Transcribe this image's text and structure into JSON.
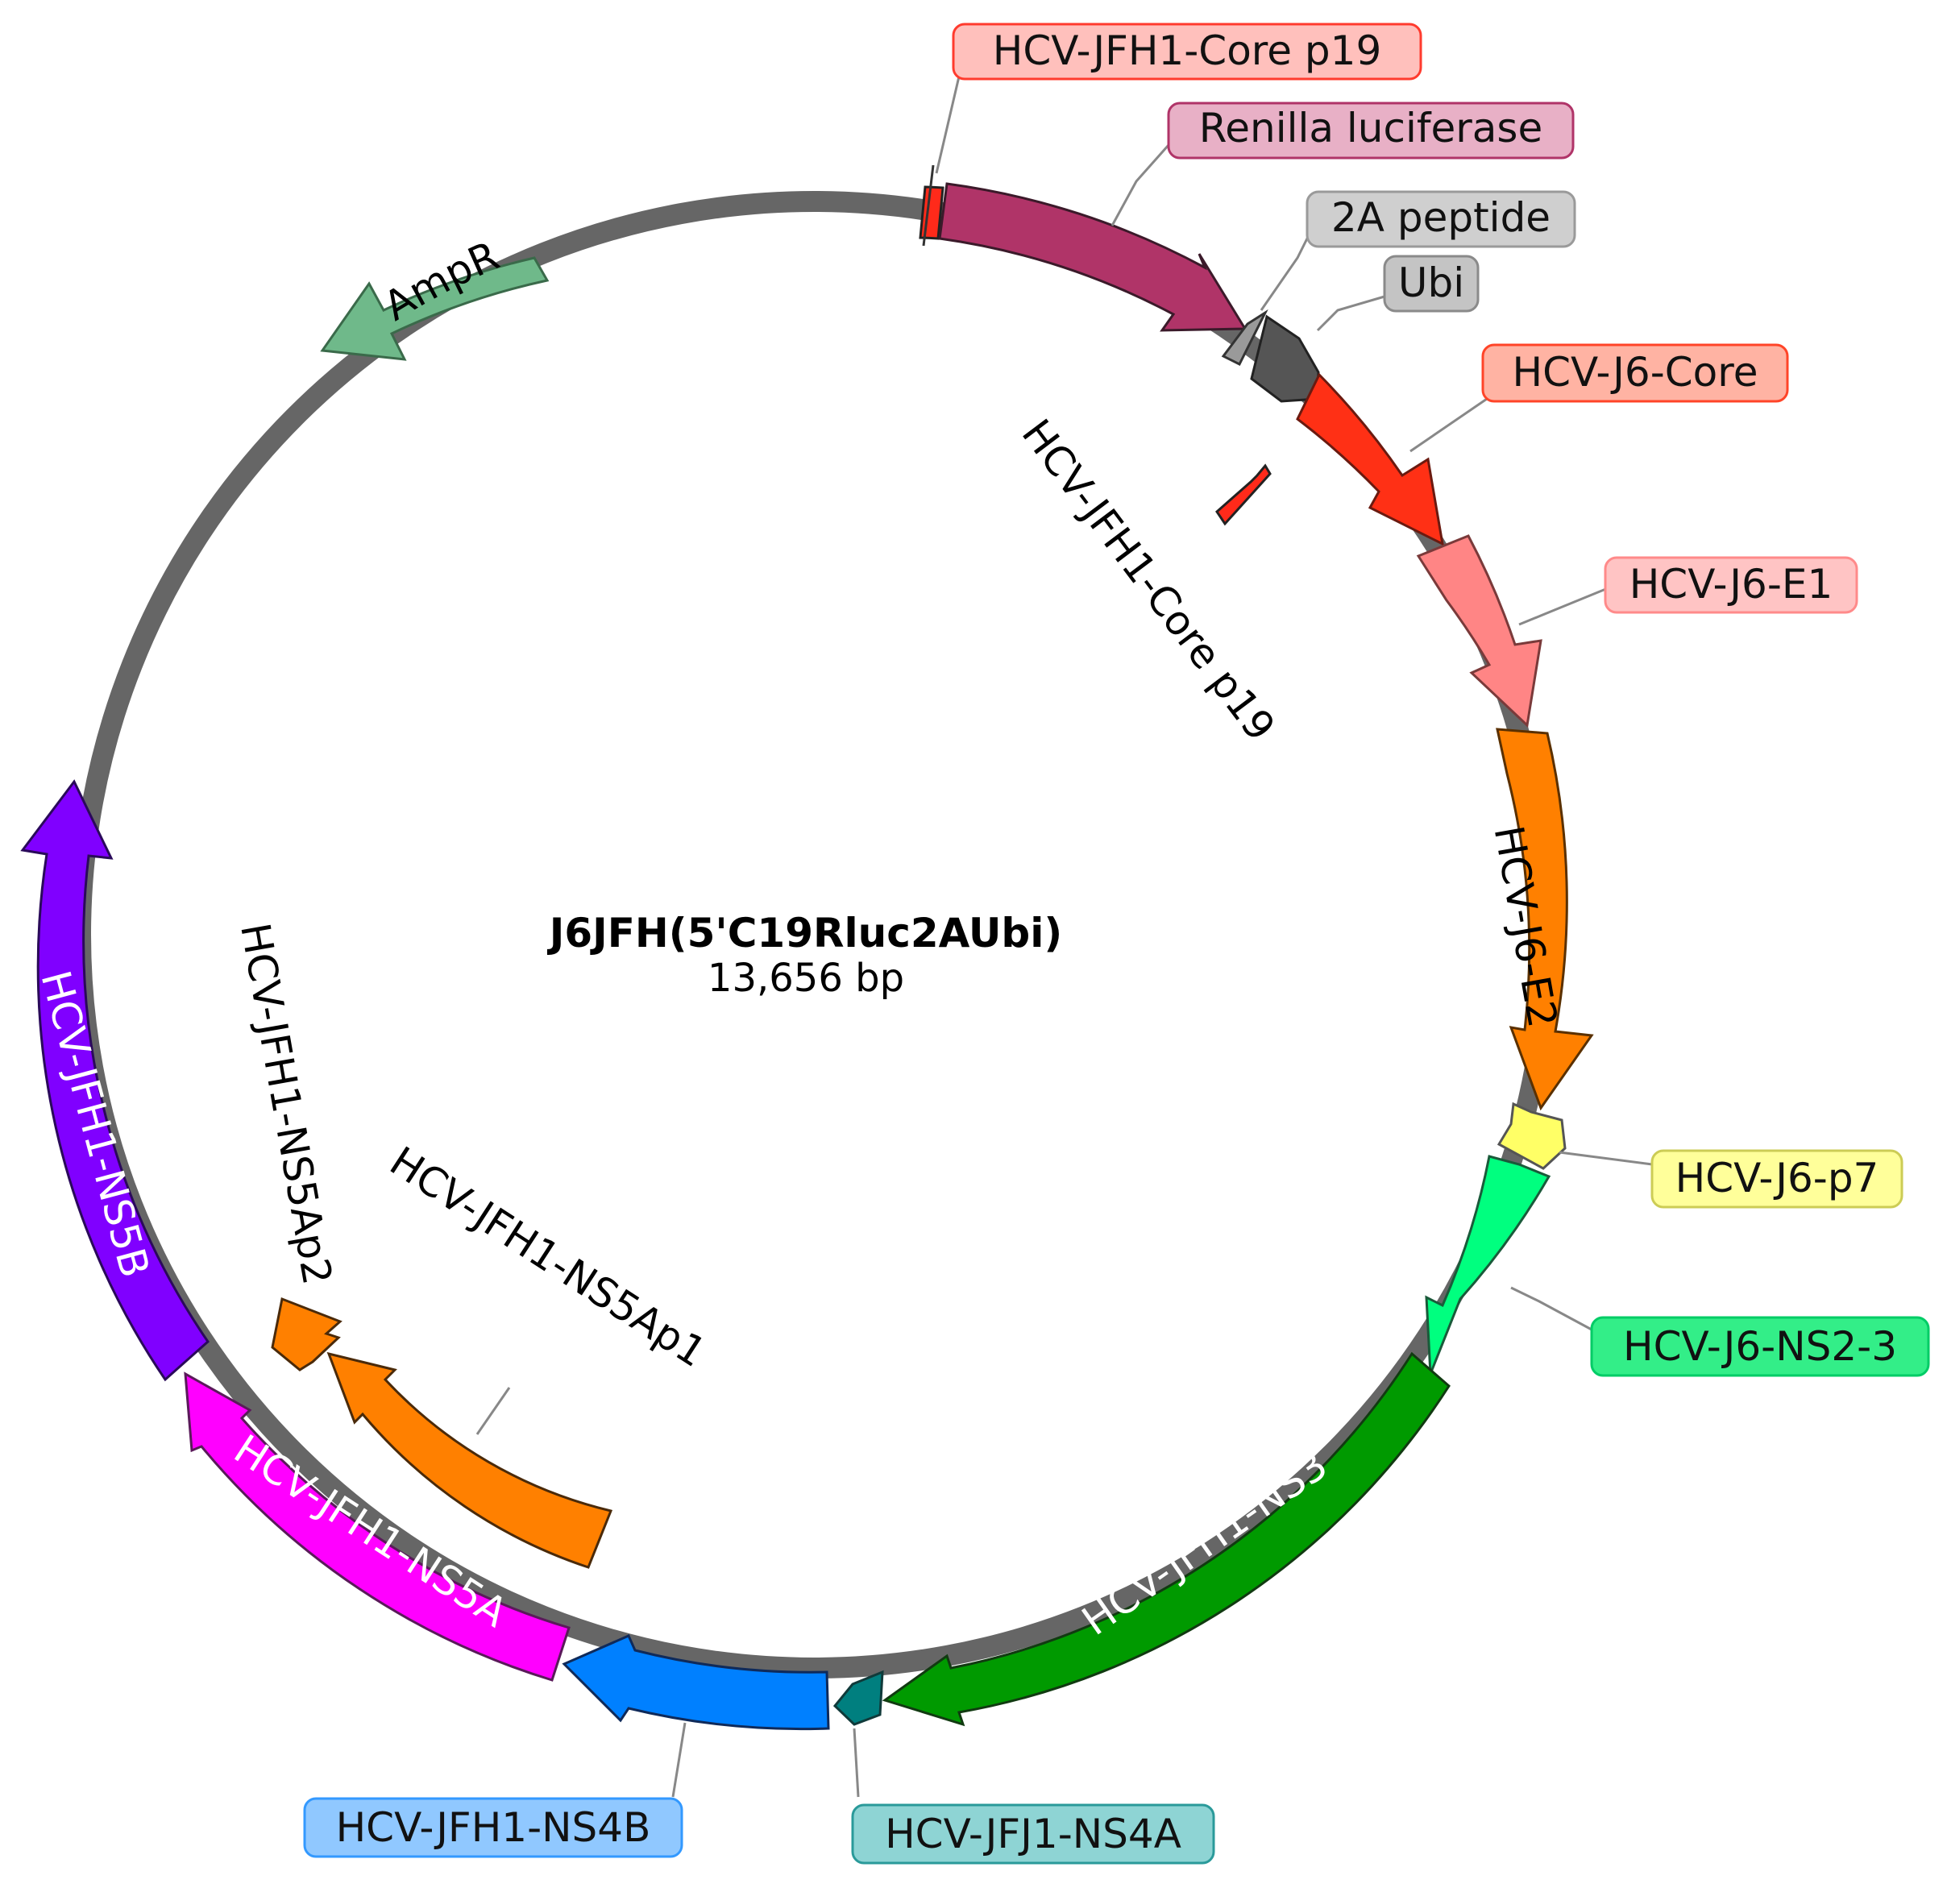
{
  "plasmid": {
    "name": "J6JFH(5'C19Rluc2AUbi)",
    "length_label": "13,656 bp",
    "backbone_color": "#666666"
  },
  "features": [
    {
      "id": "core-p19",
      "label": "HCV-JFH1-Core p19",
      "color": "#ff2a1a",
      "label_bg": "#ffc0bc",
      "label_border": "#ff3b2e"
    },
    {
      "id": "renilla",
      "label": "Renilla luciferase",
      "color": "#b03468",
      "label_bg": "#e8b0c6",
      "label_border": "#b03468"
    },
    {
      "id": "2a-peptide",
      "label": "2A peptide",
      "color": "#9a9a9a",
      "label_bg": "#cfcfcf",
      "label_border": "#9a9a9a"
    },
    {
      "id": "ubi",
      "label": "Ubi",
      "color": "#555555",
      "label_bg": "#c4c4c4",
      "label_border": "#8a8a8a"
    },
    {
      "id": "j6-core",
      "label": "HCV-J6-Core",
      "color": "#ff3015",
      "label_bg": "#ffb3a3",
      "label_border": "#ff4428"
    },
    {
      "id": "j6-e1",
      "label": "HCV-J6-E1",
      "color": "#ff8585",
      "label_bg": "#ffc4c4",
      "label_border": "#ff8a8a"
    },
    {
      "id": "j6-e2",
      "label": "HCV-J6-E2",
      "color": "#ff8000"
    },
    {
      "id": "j6-p7",
      "label": "HCV-J6-p7",
      "color": "#ffff66",
      "label_bg": "#ffff9a",
      "label_border": "#cccc55"
    },
    {
      "id": "j6-ns2-3",
      "label": "HCV-J6-NS2-3",
      "color": "#00ff7f",
      "label_bg": "#33ee88",
      "label_border": "#00cc66"
    },
    {
      "id": "jfh1-ns3",
      "label": "HCV-JFH1-NS3",
      "color": "#009a00"
    },
    {
      "id": "jfj1-ns4a",
      "label": "HCV-JFJ1-NS4A",
      "color": "#007f7f",
      "label_bg": "#8ed4d4",
      "label_border": "#2a9a9a"
    },
    {
      "id": "jfh1-ns4b",
      "label": "HCV-JFH1-NS4B",
      "color": "#0080ff",
      "label_bg": "#90c8ff",
      "label_border": "#3399ff"
    },
    {
      "id": "jfh1-ns5a",
      "label": "HCV-JFH1-NS5A",
      "color": "#ff00ff"
    },
    {
      "id": "jfh1-ns5b",
      "label": "HCV-JFH1-NS5B",
      "color": "#8000ff"
    },
    {
      "id": "ampr",
      "label": "AmpR",
      "color": "#6fb98a"
    }
  ],
  "inner_features": [
    {
      "id": "inner-core-p19",
      "label": "HCV-JFH1-Core p19",
      "color": "#ff2a1a"
    },
    {
      "id": "ns5ap1",
      "label": "HCV-JFH1-NS5Ap1",
      "color": "#ff8000"
    },
    {
      "id": "ns5ap2",
      "label": "HCV-JFH1-NS5Ap2",
      "color": "#ff8000"
    }
  ]
}
